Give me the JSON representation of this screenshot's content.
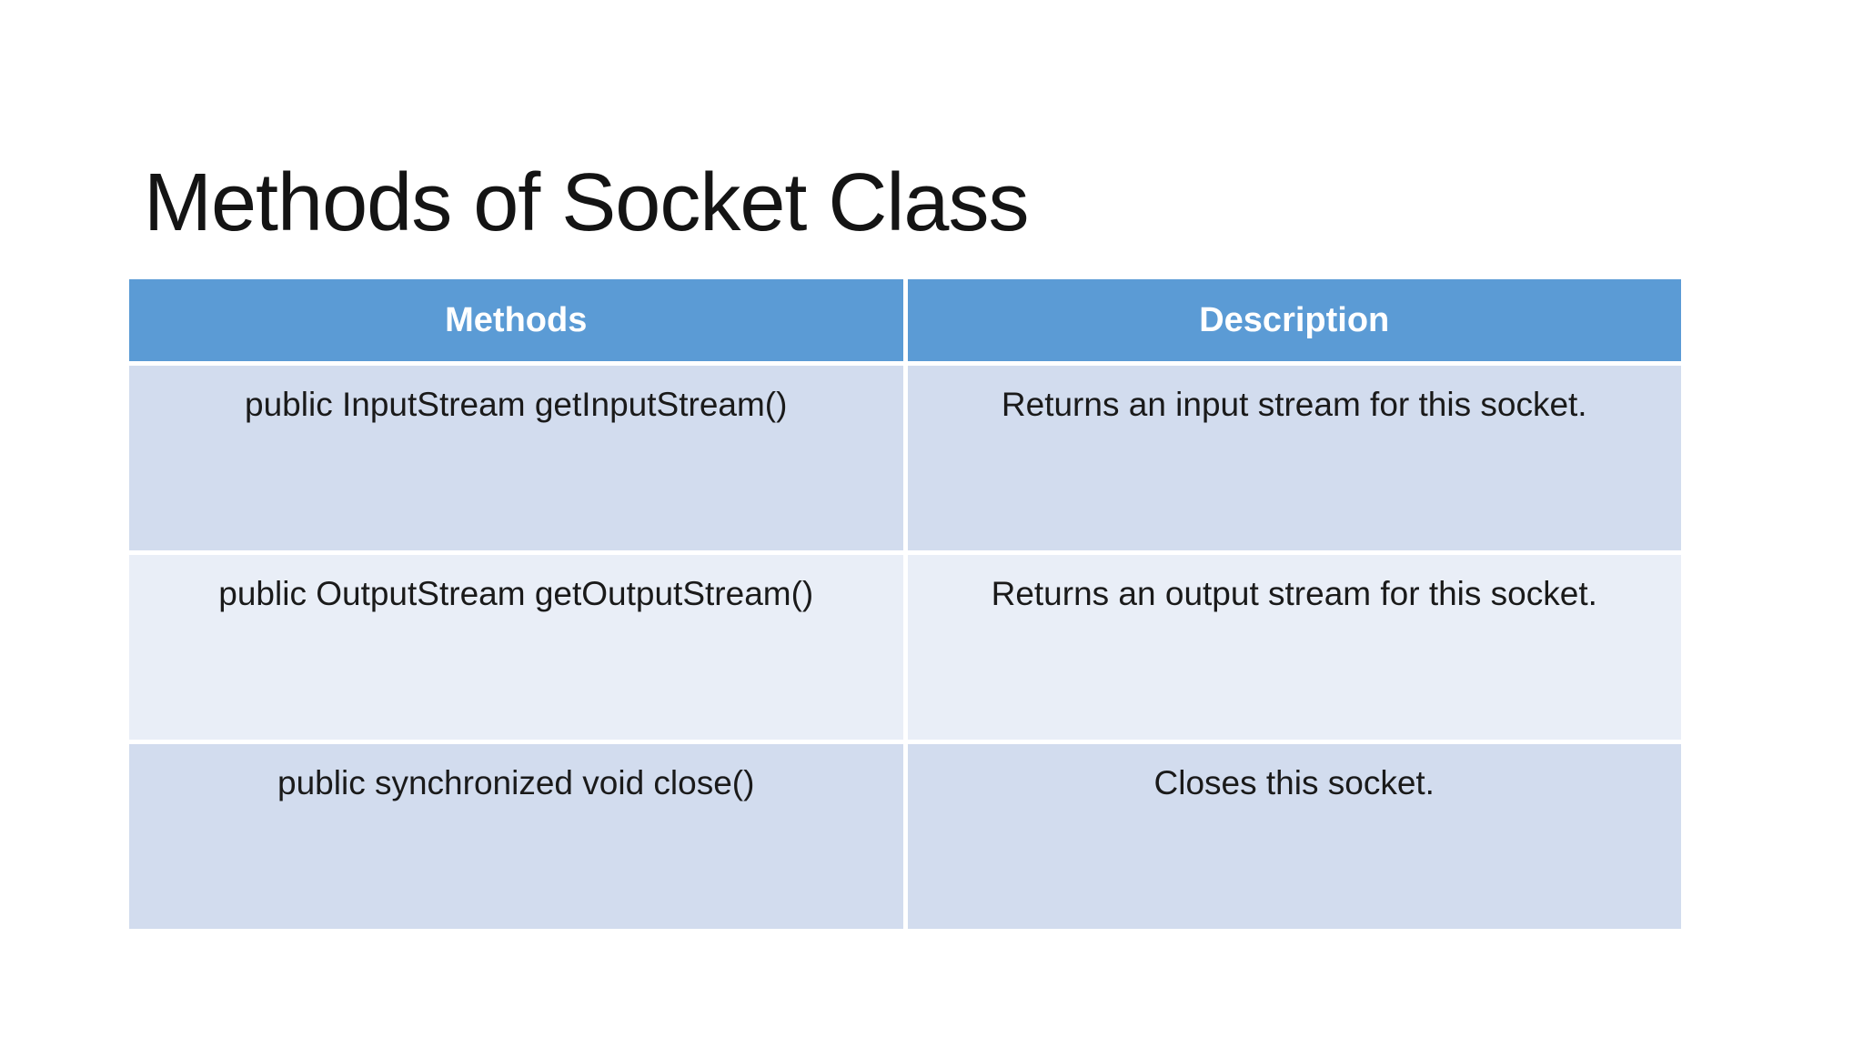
{
  "slide": {
    "title": "Methods of Socket Class"
  },
  "table": {
    "columns": [
      {
        "label": "Methods"
      },
      {
        "label": "Description"
      }
    ],
    "rows": [
      {
        "method": "public InputStream getInputStream()",
        "description": "Returns an input stream for this socket."
      },
      {
        "method": "public OutputStream getOutputStream()",
        "description": "Returns an output stream for this socket."
      },
      {
        "method": "public synchronized void close()",
        "description": "Closes this socket."
      }
    ],
    "colors": {
      "header_bg": "#5B9BD5",
      "header_text": "#FFFFFF",
      "row_odd_bg": "#D2DCEE",
      "row_even_bg": "#E9EEF7",
      "body_text": "#1A1A1A",
      "divider": "#FFFFFF"
    }
  }
}
